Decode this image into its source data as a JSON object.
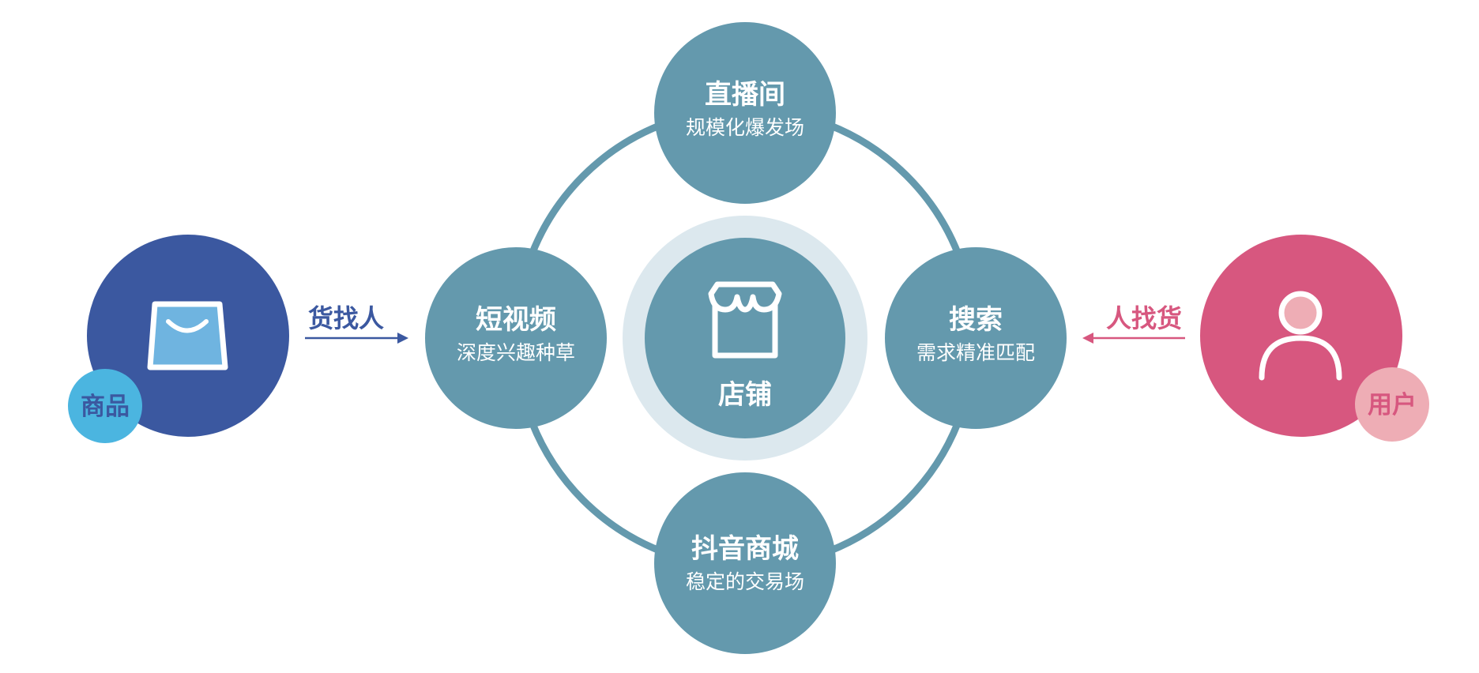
{
  "colors": {
    "node": "#6499ad",
    "ring": "#6499ad",
    "halo": "#dce8ee",
    "goods_main": "#3b58a0",
    "goods_badge": "#4bb5e0",
    "goods_text": "#3b58a0",
    "user_main": "#d7577f",
    "user_badge": "#eeadb5",
    "user_text": "#d7577f",
    "bag_fill": "#6fb4e0",
    "head_fill": "#eeadb5"
  },
  "center": {
    "icon": "storefront-icon",
    "label": "店铺"
  },
  "nodes": {
    "top": {
      "title": "直播间",
      "subtitle": "规模化爆发场"
    },
    "left": {
      "title": "短视频",
      "subtitle": "深度兴趣种草"
    },
    "right": {
      "title": "搜索",
      "subtitle": "需求精准匹配"
    },
    "bottom": {
      "title": "抖音商城",
      "subtitle": "稳定的交易场"
    }
  },
  "goods": {
    "icon": "shopping-bag-icon",
    "badge_label": "商品",
    "arrow_label": "货找人"
  },
  "user": {
    "icon": "person-icon",
    "badge_label": "用户",
    "arrow_label": "人找货"
  }
}
